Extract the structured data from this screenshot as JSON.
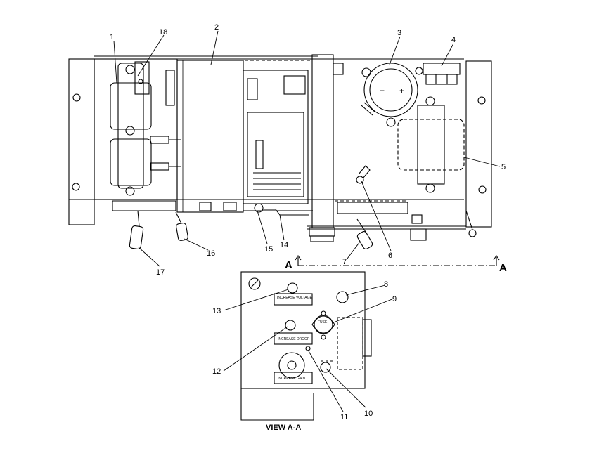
{
  "callouts": {
    "c1": "1",
    "c2": "2",
    "c3": "3",
    "c4": "4",
    "c5": "5",
    "c6": "6",
    "c7": "7",
    "c8": "8",
    "c9": "9",
    "c10": "10",
    "c11": "11",
    "c12": "12",
    "c13": "13",
    "c14": "14",
    "c15": "15",
    "c16": "16",
    "c17": "17",
    "c18": "18"
  },
  "section_markers": {
    "left": "A",
    "right": "A"
  },
  "panel_labels": {
    "increase_voltage": "INCREASE VOLTAGE",
    "increase_droop": "INCREASE DROOP",
    "increase_gain": "INCREASE GAIN",
    "fuse": "FUSE"
  },
  "view_caption": "VIEW A-A"
}
